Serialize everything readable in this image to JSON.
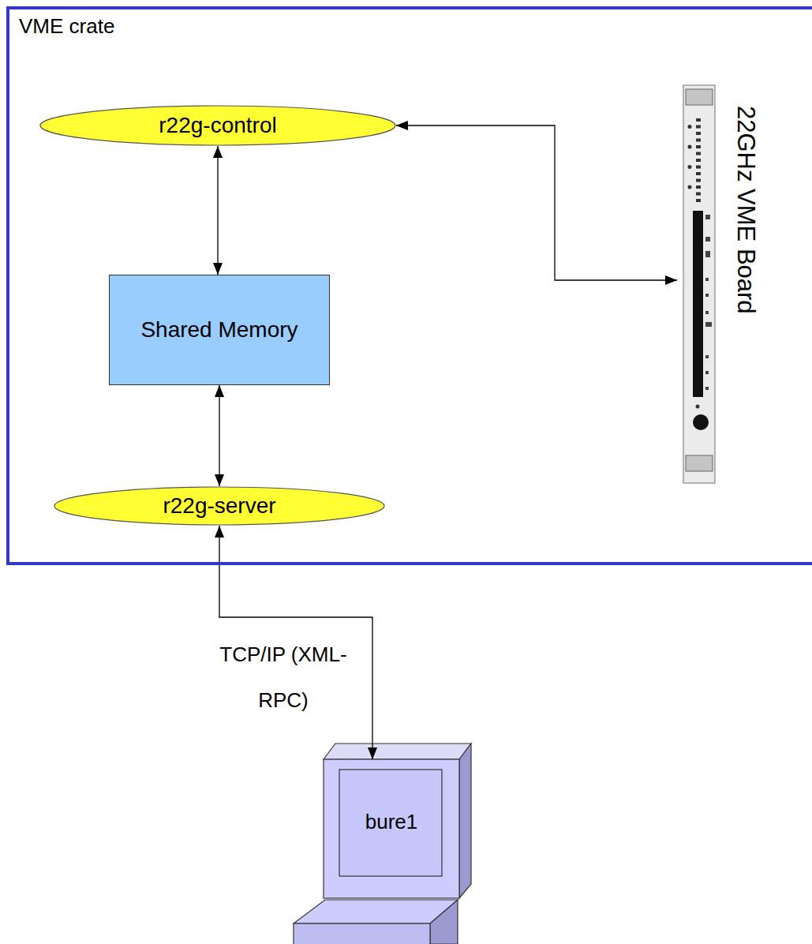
{
  "diagram": {
    "nodes": [
      {
        "text": [
          "VME crate"
        ]
      },
      {
        "text": [
          "r22g-control"
        ],
        "in": 0
      },
      {
        "text": [
          "Shared Memory"
        ],
        "in": 0
      },
      {
        "text": [
          "r22g-server"
        ],
        "in": 0
      },
      {
        "text": [
          "22GHz VME Board"
        ],
        "in": 0
      },
      {
        "text": [
          "bure1"
        ]
      }
    ],
    "edges": [
      {
        "from": 1,
        "to": 2,
        "arrow": "both"
      },
      {
        "from": 2,
        "to": 3,
        "arrow": "both"
      },
      {
        "from": 1,
        "to": 4,
        "arrow": "both"
      },
      {
        "from": 3,
        "to": 5,
        "arrow": "both",
        "label": "TCP/IP (XML-RPC)"
      }
    ]
  }
}
